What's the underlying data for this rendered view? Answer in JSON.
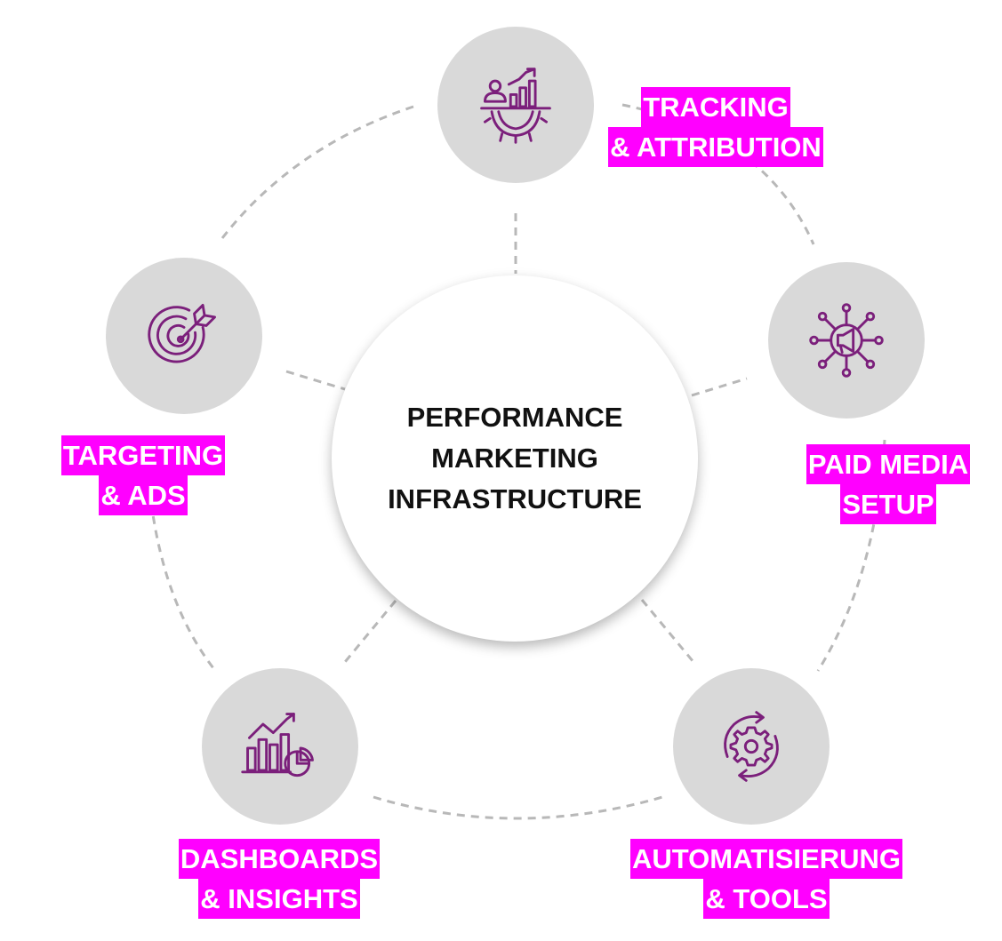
{
  "center": {
    "lines": [
      "PERFORMANCE",
      "MARKETING",
      "INFRASTRUCTURE"
    ]
  },
  "nodes": [
    {
      "id": "tracking",
      "icon": "analytics-gear-icon",
      "label_lines": [
        "TRACKING",
        "& ATTRIBUTION"
      ]
    },
    {
      "id": "paid-media",
      "icon": "megaphone-network-icon",
      "label_lines": [
        "PAID MEDIA",
        "SETUP"
      ]
    },
    {
      "id": "automation",
      "icon": "gear-cycle-icon",
      "label_lines": [
        "AUTOMATISIERUNG",
        "& TOOLS"
      ]
    },
    {
      "id": "dashboards",
      "icon": "chart-report-icon",
      "label_lines": [
        "DASHBOARDS",
        "& INSIGHTS"
      ]
    },
    {
      "id": "targeting",
      "icon": "target-arrow-icon",
      "label_lines": [
        "TARGETING",
        "& ADS"
      ]
    }
  ],
  "colors": {
    "node_fill": "#d9d9d9",
    "icon_stroke": "#7b1f7b",
    "label_highlight": "#ff00ff",
    "label_text": "#ffffff",
    "connector": "#b8b8b8",
    "center_text": "#111111"
  }
}
